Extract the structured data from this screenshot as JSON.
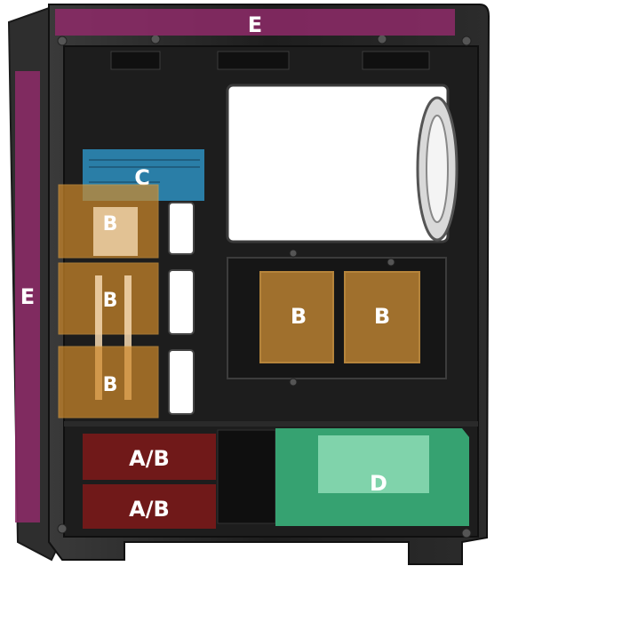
{
  "zones": {
    "e_top": {
      "label": "E",
      "color": "#8e2a68"
    },
    "e_side": {
      "label": "E",
      "color": "#8e2a68"
    },
    "c_io": {
      "label": "C",
      "color": "#2f9fd6"
    },
    "b_ssd_1": {
      "label": "B",
      "color": "#d08a2a"
    },
    "b_ssd_2": {
      "label": "B",
      "color": "#d08a2a"
    },
    "b_ssd_3": {
      "label": "B",
      "color": "#d08a2a"
    },
    "b_ssd_4": {
      "label": "B",
      "color": "#b07a30"
    },
    "b_ssd_5": {
      "label": "B",
      "color": "#b07a30"
    },
    "ab_hdd_1": {
      "label": "A/B",
      "color": "#7a1a1a"
    },
    "ab_hdd_2": {
      "label": "A/B",
      "color": "#7a1a1a"
    },
    "d_psu": {
      "label": "D",
      "color": "#3fcf8e"
    }
  },
  "case": {
    "frame_color": "#2b2b2b",
    "panel_color": "#1b1b1b",
    "cutout_color": "#ffffff"
  }
}
